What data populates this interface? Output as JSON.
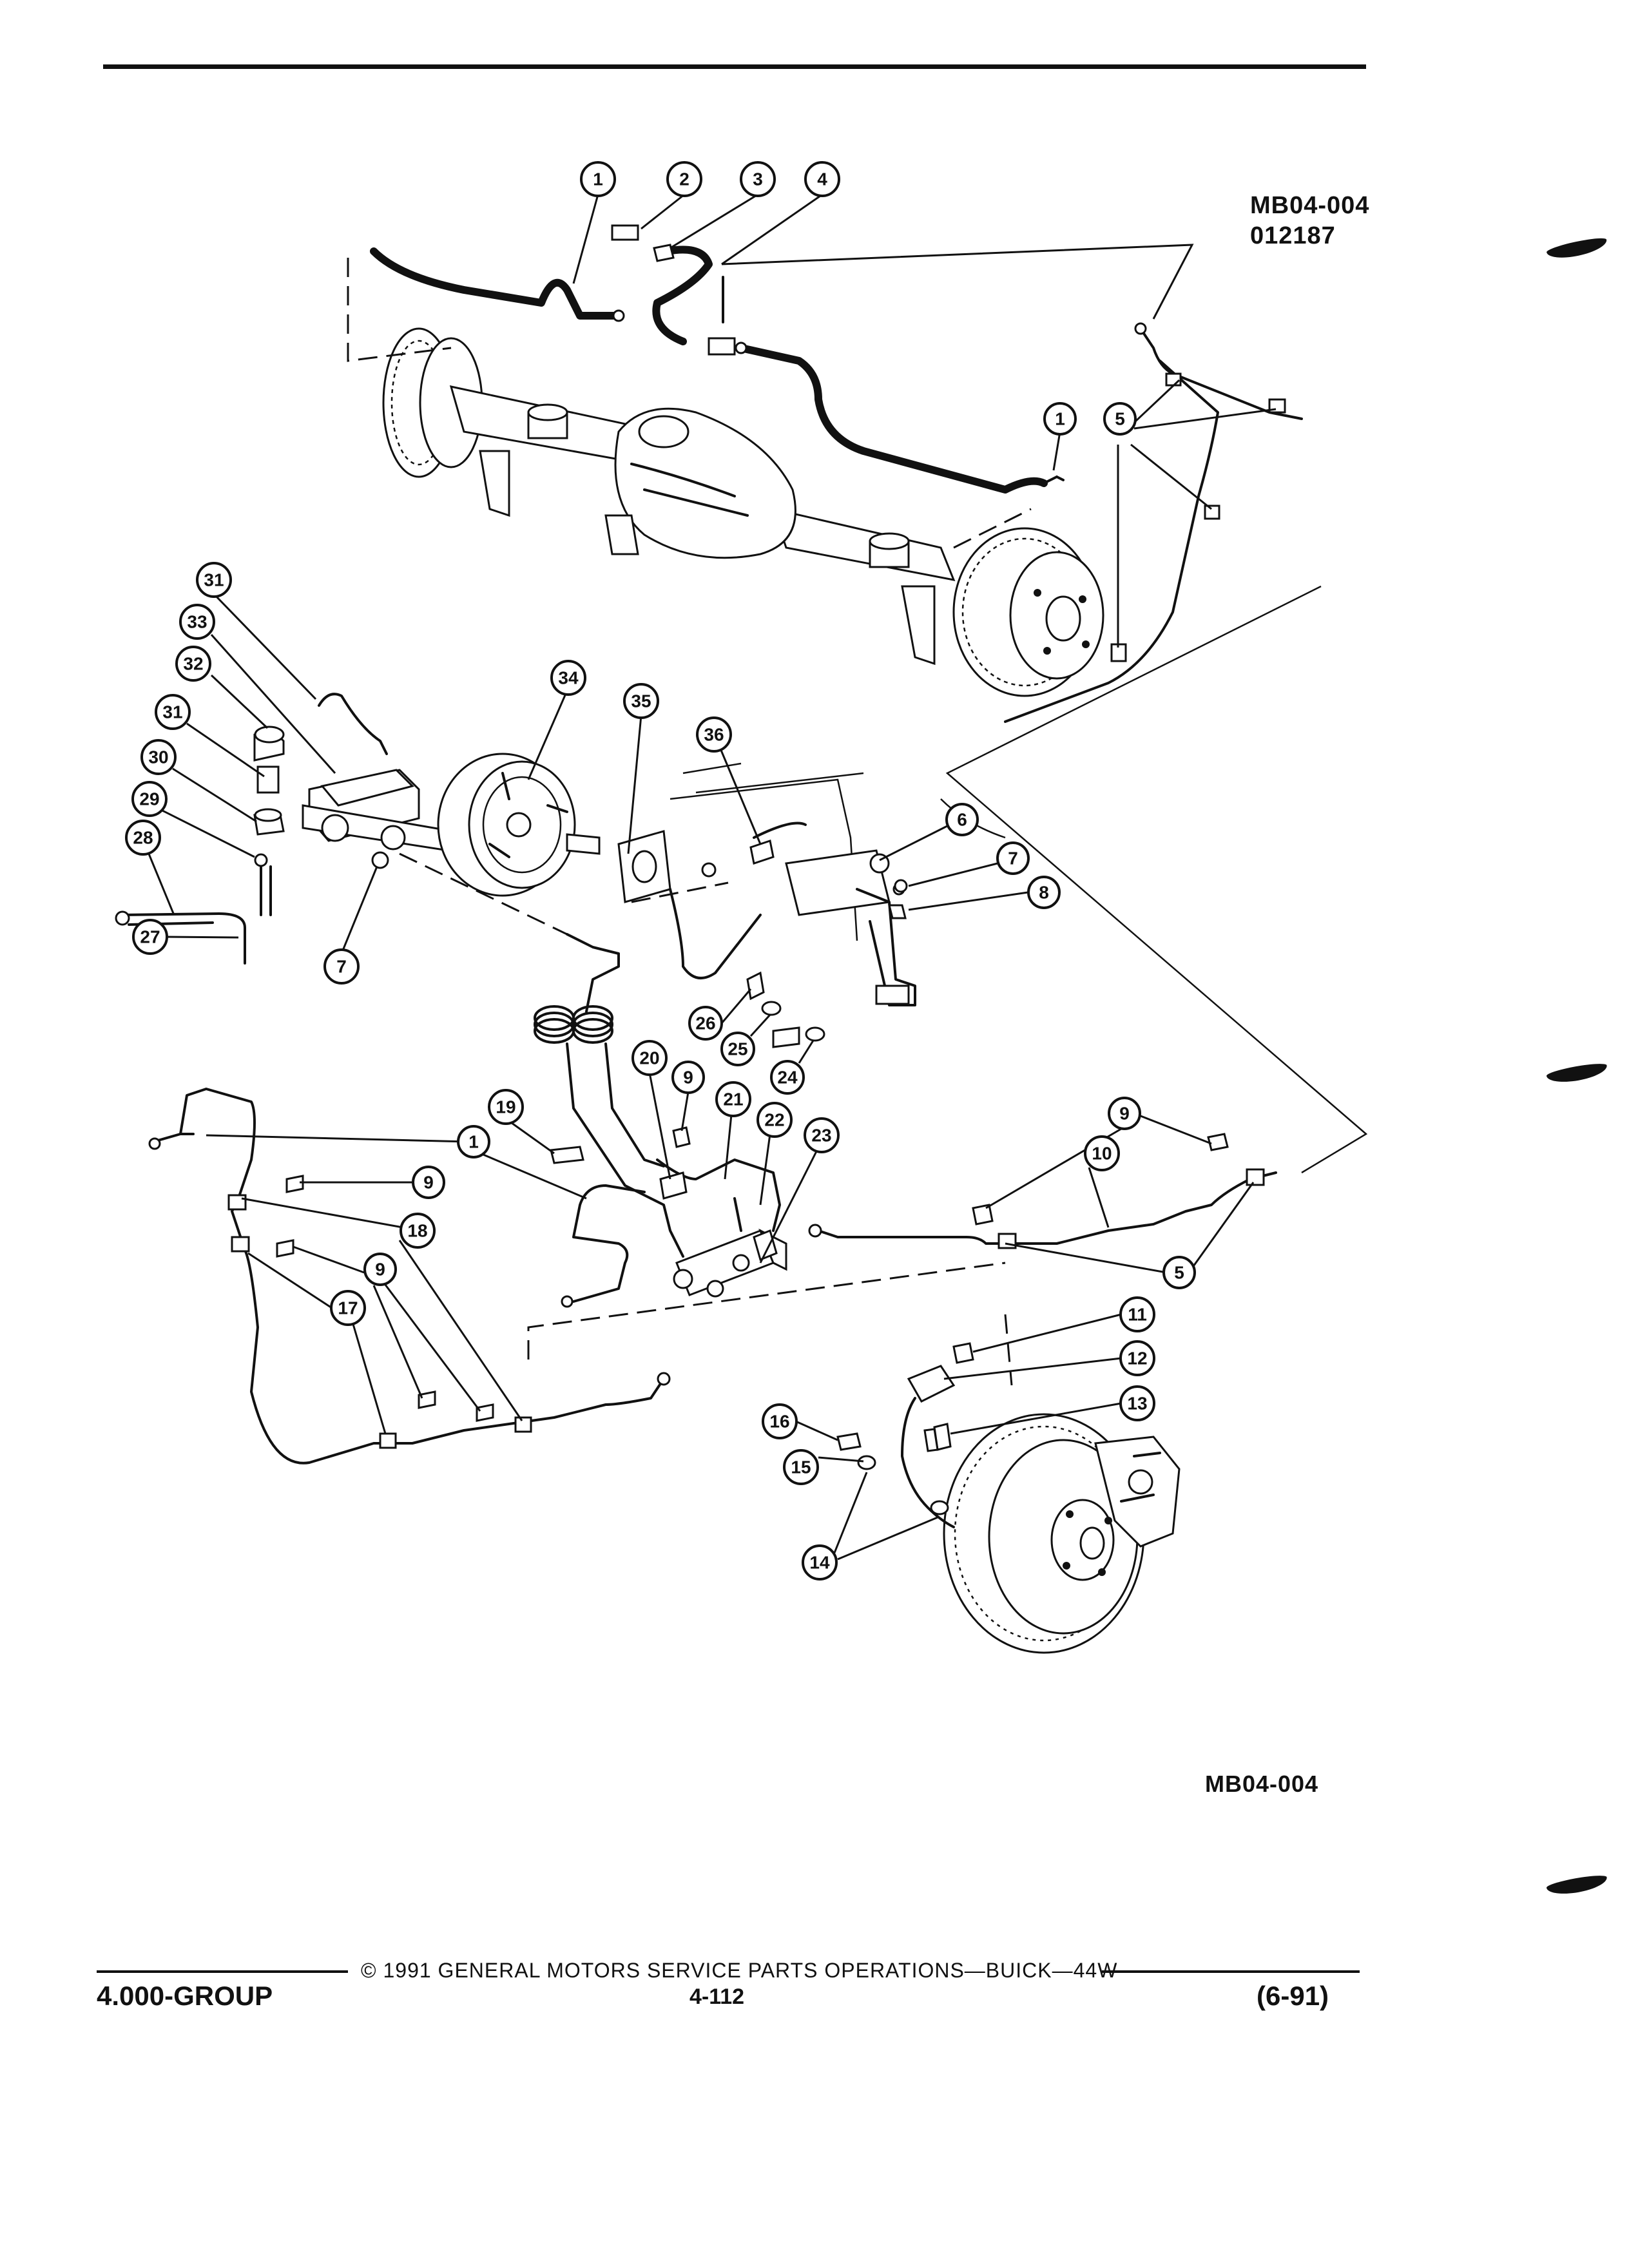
{
  "figure": {
    "code_top": "MB04-004",
    "date_code": "012187",
    "code_bottom": "MB04-004"
  },
  "callouts": [
    "1",
    "2",
    "3",
    "4",
    "1",
    "5",
    "31",
    "33",
    "32",
    "31",
    "30",
    "29",
    "28",
    "27",
    "7",
    "34",
    "35",
    "36",
    "6",
    "7",
    "8",
    "26",
    "25",
    "24",
    "20",
    "9",
    "21",
    "22",
    "23",
    "19",
    "1",
    "9",
    "18",
    "9",
    "17",
    "9",
    "10",
    "5",
    "11",
    "12",
    "13",
    "16",
    "15",
    "14"
  ],
  "footer": {
    "copyright": "© 1991 GENERAL MOTORS SERVICE PARTS OPERATIONS—BUICK—44W",
    "group": "4.000-GROUP",
    "page": "4-112",
    "date": "(6-91)"
  }
}
